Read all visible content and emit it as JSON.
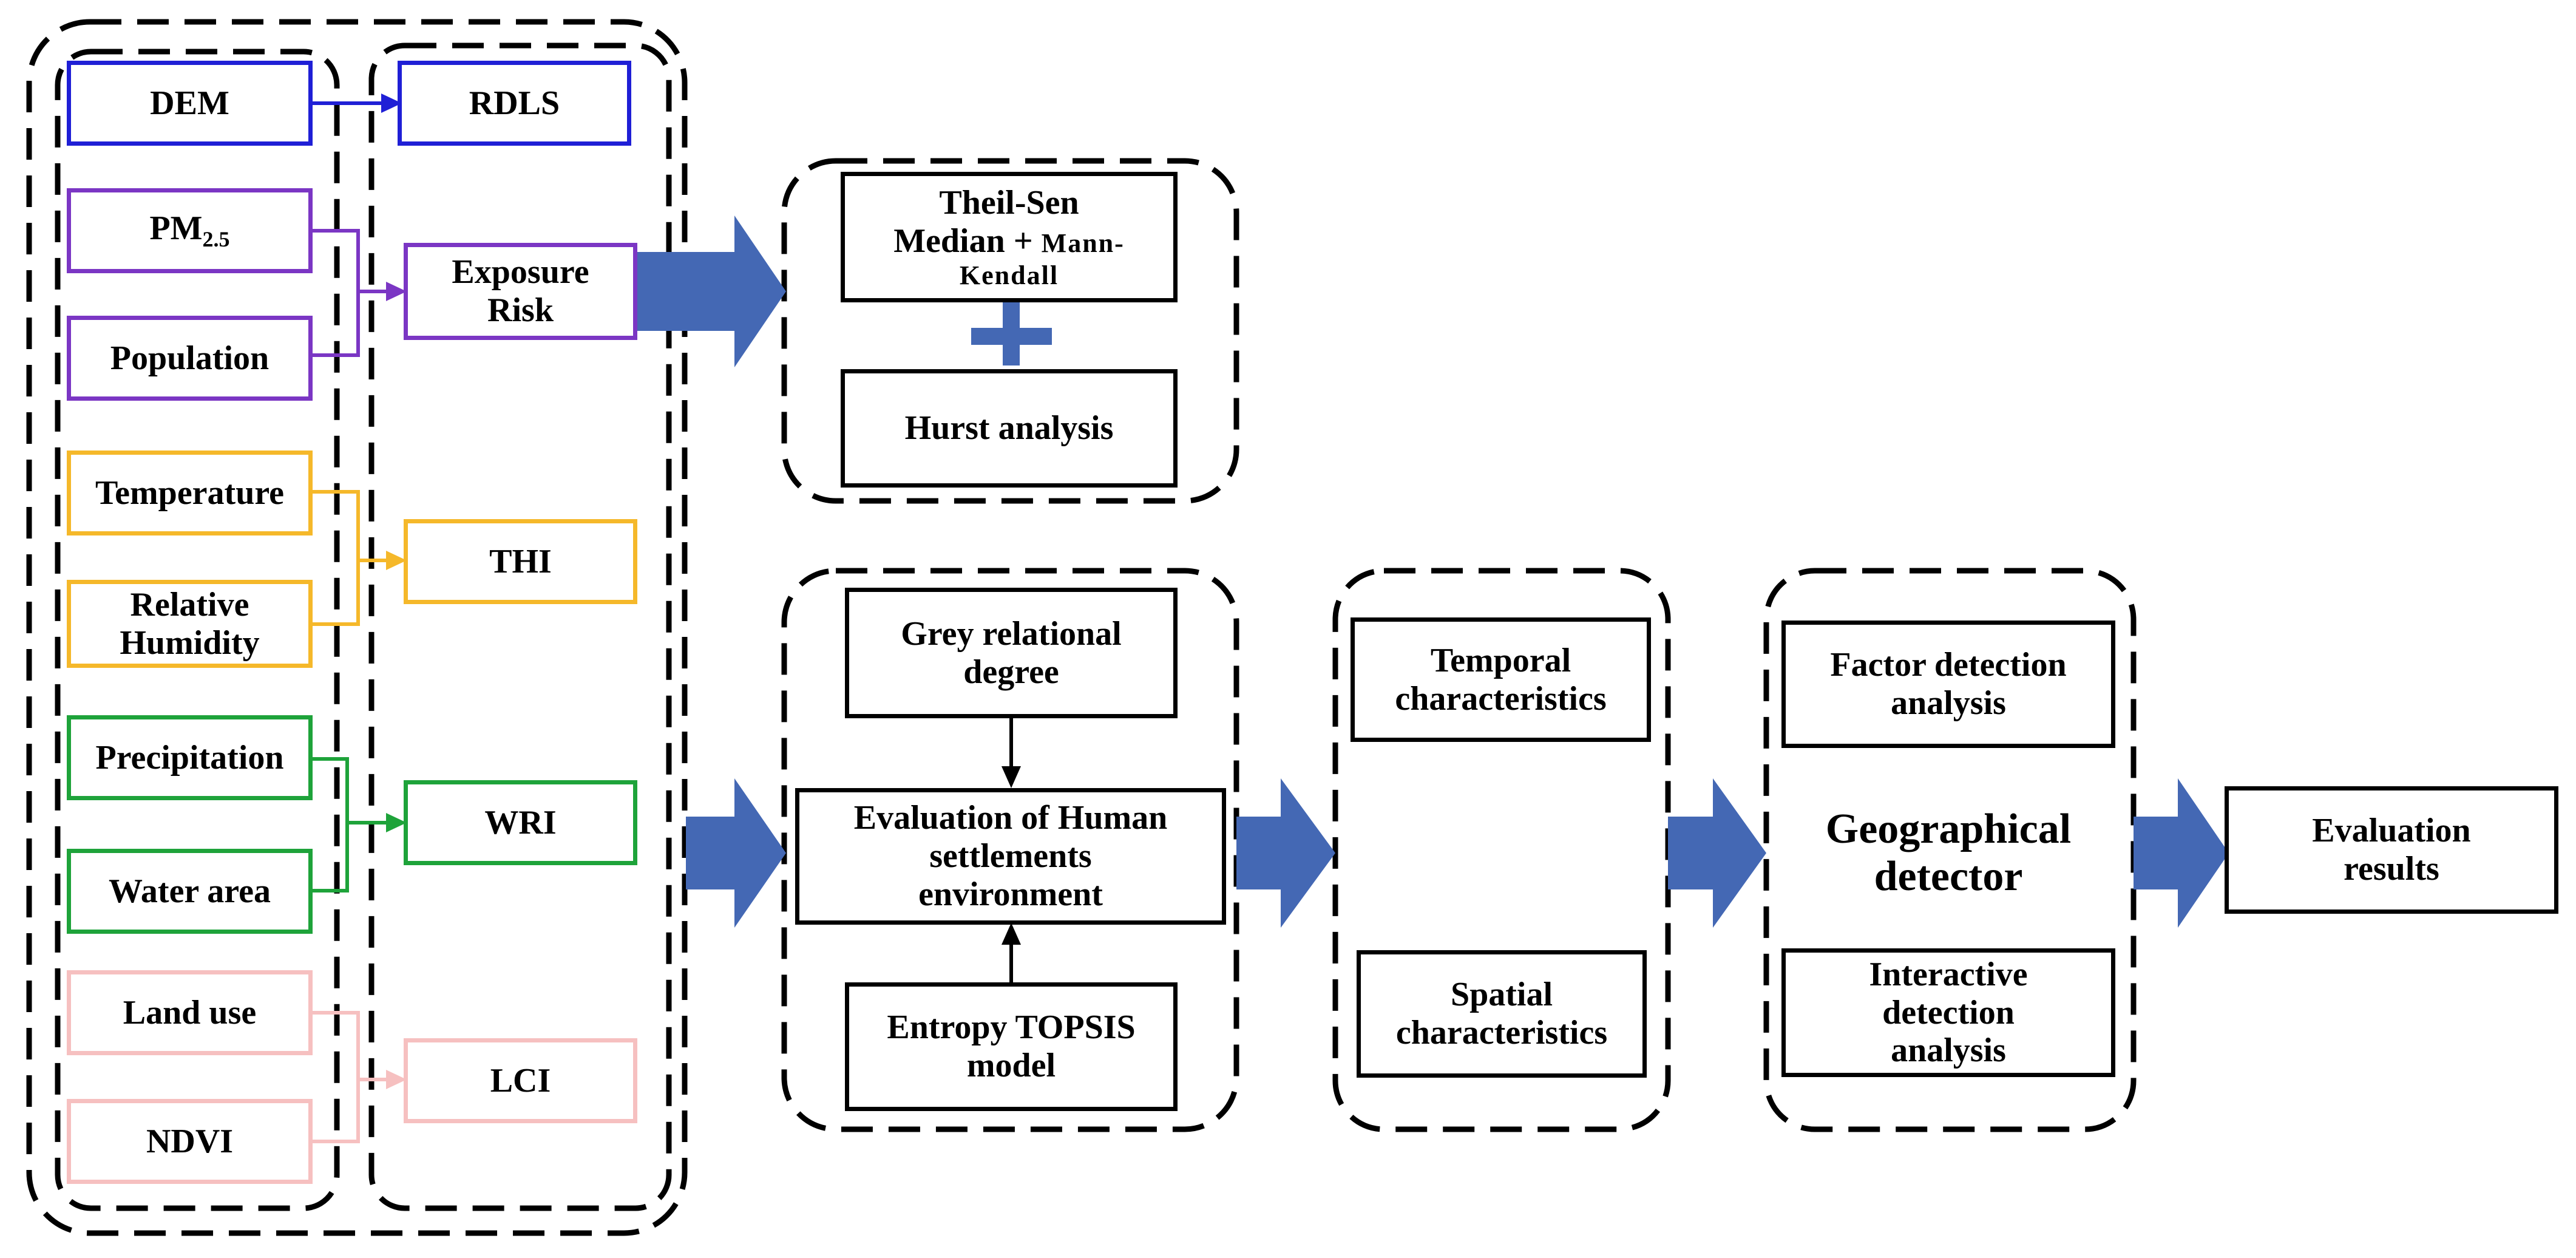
{
  "inputs": {
    "dem": "DEM",
    "pm25_main": "PM",
    "pm25_sub": "2.5",
    "population": "Population",
    "temperature": "Temperature",
    "relative_humidity_line1": "Relative",
    "relative_humidity_line2": "Humidity",
    "precipitation": "Precipitation",
    "water_area": "Water area",
    "land_use": "Land use",
    "ndvi": "NDVI"
  },
  "indicators": {
    "rdls": "RDLS",
    "exposure_risk_line1": "Exposure",
    "exposure_risk_line2": "Risk",
    "thi": "THI",
    "wri": "WRI",
    "lci": "LCI"
  },
  "trend": {
    "theil_sen_line1": "Theil-Sen",
    "theil_sen_line2": "Median + ",
    "theil_sen_line2_small": "Mann-",
    "theil_sen_line3": "Kendall",
    "hurst": "Hurst analysis"
  },
  "evaluation": {
    "grey_line1": "Grey relational",
    "grey_line2": "degree",
    "human_line1": "Evaluation of Human",
    "human_line2": "settlements",
    "human_line3": "environment",
    "entropy_line1": "Entropy TOPSIS",
    "entropy_line2": "model"
  },
  "characteristics": {
    "temporal_line1": "Temporal",
    "temporal_line2": "characteristics",
    "spatial_line1": "Spatial",
    "spatial_line2": "characteristics"
  },
  "detector": {
    "factor_line1": "Factor detection",
    "factor_line2": "analysis",
    "title_line1": "Geographical",
    "title_line2": "detector",
    "interactive_line1": "Interactive",
    "interactive_line2": "detection",
    "interactive_line3": "analysis"
  },
  "results": {
    "line1": "Evaluation",
    "line2": "results"
  },
  "colors": {
    "dem": "#1f1fd6",
    "exposure": "#7b36c4",
    "thi": "#f5b82a",
    "wri": "#1ea33a",
    "lci": "#f6c0c0",
    "big_arrow": "#4468b4",
    "border": "#000000"
  }
}
